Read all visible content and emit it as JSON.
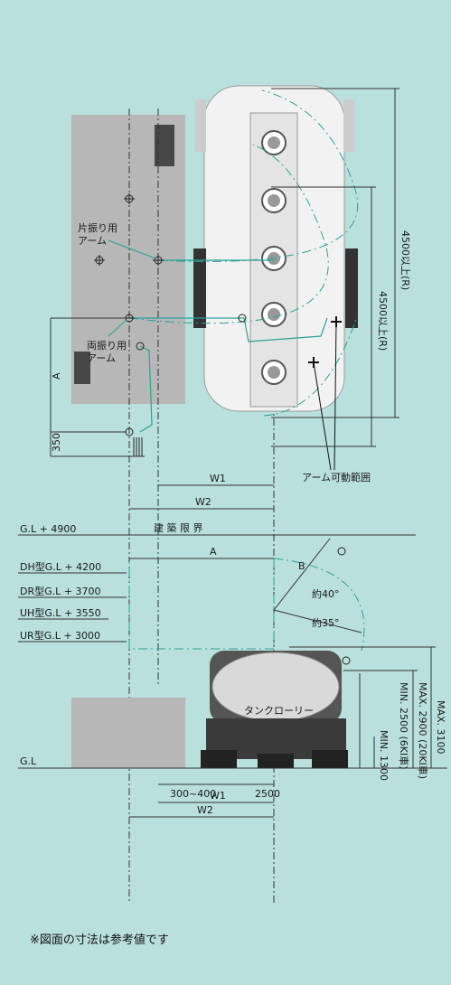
{
  "top_view": {
    "label_kataburi": [
      "片振り用",
      "アーム"
    ],
    "label_ryoburi": [
      "両振り用",
      "アーム"
    ],
    "dim_a": "A",
    "dim_350": "350",
    "dim_4500_outer": "4500以上(R)",
    "dim_4500_inner": "4500以上(R)",
    "range_label": "アーム可動範囲",
    "w1": "W1",
    "w2": "W2"
  },
  "side_view": {
    "levels": [
      {
        "label": "G.L + 4900"
      },
      {
        "label": "DH型G.L + 4200"
      },
      {
        "label": "DR型G.L + 3700"
      },
      {
        "label": "UH型G.L + 3550"
      },
      {
        "label": "UR型G.L + 3000"
      }
    ],
    "clearance_limit": "建 築 限 界",
    "dim_a": "A",
    "dim_b": "B",
    "angle_40": "約40°",
    "angle_35": "約35°",
    "truck_label": "タンクローリー",
    "max_height": "MAX. 3100",
    "height_2900": "MAX. 2900 (20KⅠ車)",
    "height_2500": "MIN. 2500 (6KⅠ車)",
    "min_1300": "MIN. 1300",
    "ground": "G.L",
    "dim_300_400": "300~400",
    "dim_2500": "2500",
    "w1": "W1",
    "w2": "W2"
  },
  "colors": {
    "background": "#b9e0dd",
    "accent": "#2aa198",
    "platform": "#b7b7b7"
  },
  "note": "※図面の寸法は参考値です"
}
